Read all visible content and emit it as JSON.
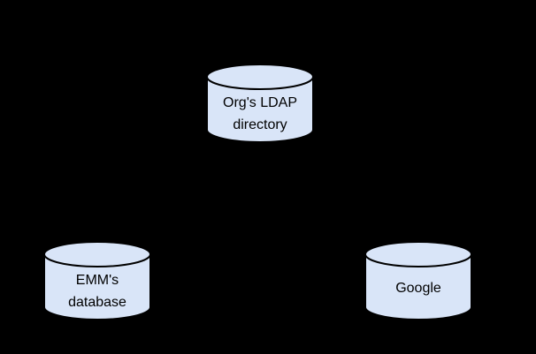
{
  "canvas": {
    "background_color": "#000000"
  },
  "nodes": [
    {
      "id": "org-ldap-directory",
      "shape": "cylinder",
      "lines": [
        "Org's LDAP",
        "directory"
      ],
      "fill_color": "#d9e5f8",
      "stroke_color": "#000000",
      "text_color": "#000000"
    },
    {
      "id": "emm-database",
      "shape": "cylinder",
      "lines": [
        "EMM's",
        "database"
      ],
      "fill_color": "#d9e5f8",
      "stroke_color": "#000000",
      "text_color": "#000000"
    },
    {
      "id": "google",
      "shape": "cylinder",
      "lines": [
        "Google"
      ],
      "fill_color": "#d9e5f8",
      "stroke_color": "#000000",
      "text_color": "#000000"
    }
  ]
}
